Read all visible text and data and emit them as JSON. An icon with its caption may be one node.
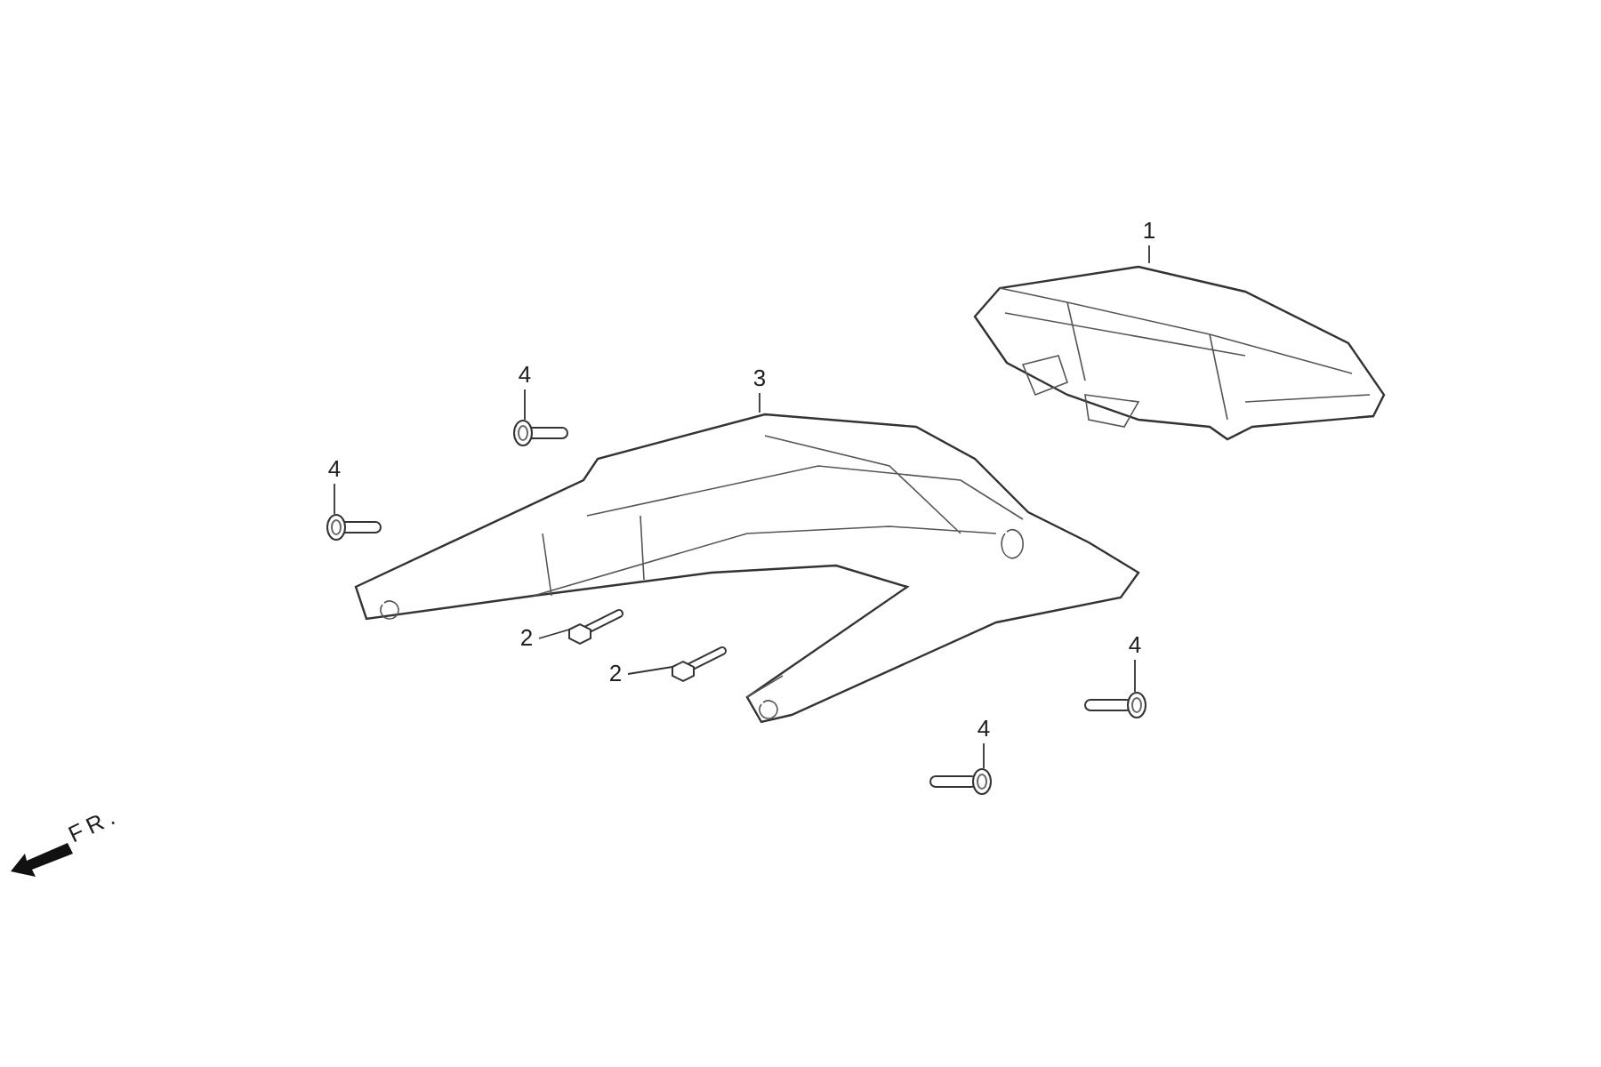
{
  "diagram": {
    "nodes": [
      {
        "text": [
          "1"
        ]
      },
      {
        "text": [],
        "shape": "picture"
      },
      {
        "text": [
          "4"
        ]
      },
      {
        "text": [],
        "shape": "picture"
      },
      {
        "text": [
          "3"
        ]
      },
      {
        "text": [],
        "shape": "picture"
      },
      {
        "text": [
          "4"
        ]
      },
      {
        "text": [],
        "shape": "picture"
      },
      {
        "text": [
          "2"
        ]
      },
      {
        "text": [],
        "shape": "picture"
      },
      {
        "text": [
          "2"
        ]
      },
      {
        "text": [],
        "shape": "picture"
      },
      {
        "text": [
          "4"
        ]
      },
      {
        "text": [],
        "shape": "picture"
      },
      {
        "text": [
          "4"
        ]
      },
      {
        "text": [],
        "shape": "picture"
      }
    ],
    "edges": [
      {
        "from": 0,
        "to": 1,
        "arrow": "none"
      },
      {
        "from": 2,
        "to": 3,
        "arrow": "none"
      },
      {
        "from": 4,
        "to": 5,
        "arrow": "none"
      },
      {
        "from": 6,
        "to": 7,
        "arrow": "none"
      },
      {
        "from": 8,
        "to": 9,
        "arrow": "none"
      },
      {
        "from": 10,
        "to": 11,
        "arrow": "none"
      },
      {
        "from": 12,
        "to": 13,
        "arrow": "none"
      },
      {
        "from": 14,
        "to": 15,
        "arrow": "none"
      }
    ],
    "labels": [
      "FR."
    ]
  }
}
